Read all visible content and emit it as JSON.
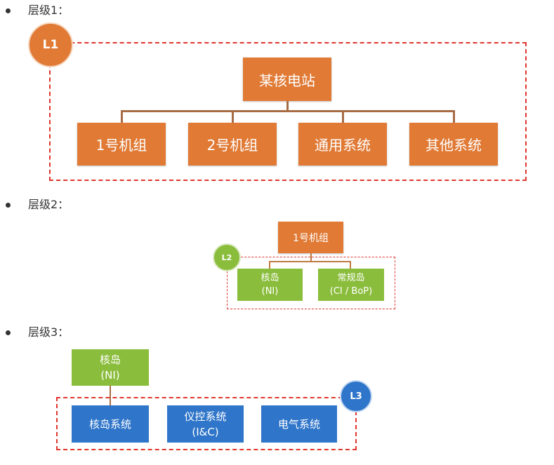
{
  "levels": [
    {
      "label": "层级1：",
      "badge": "L1",
      "root": "某核电站",
      "children": [
        "1号机组",
        "2号机组",
        "通用系统",
        "其他系统"
      ]
    },
    {
      "label": "层级2：",
      "badge": "L2",
      "root": "1号机组",
      "children": [
        {
          "name": "核岛",
          "sub": "(NI)"
        },
        {
          "name": "常规岛",
          "sub": "(CI / BoP)"
        }
      ]
    },
    {
      "label": "层级3：",
      "badge": "L3",
      "root": {
        "name": "核岛",
        "sub": "(NI)"
      },
      "children": [
        {
          "name": "核岛系统",
          "sub": ""
        },
        {
          "name": "仪控系统",
          "sub": "(I&C)"
        },
        {
          "name": "电气系统",
          "sub": ""
        }
      ]
    }
  ],
  "colors": {
    "orange": "#e07a35",
    "green": "#8bbd3d",
    "blue": "#2f75c9",
    "frame": "#e0352e",
    "connector": "#a86c45"
  }
}
